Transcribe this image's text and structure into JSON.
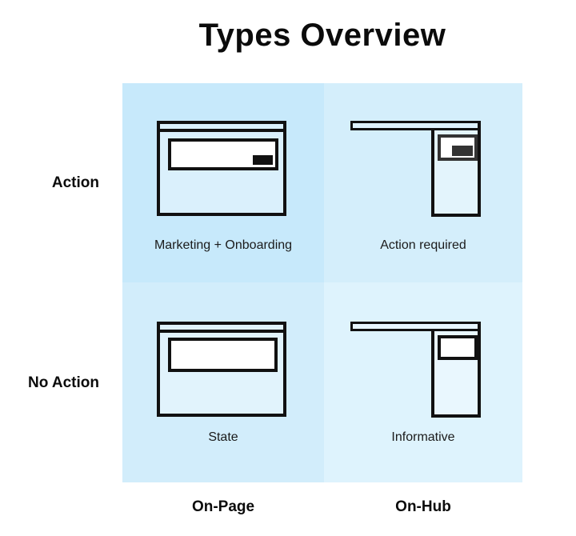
{
  "title": "Types Overview",
  "matrix": {
    "row_labels": [
      {
        "label": "Action"
      },
      {
        "label": "No Action"
      }
    ],
    "column_labels": [
      {
        "label": "On-Page"
      },
      {
        "label": "On-Hub"
      }
    ],
    "cells": [
      {
        "row": "Action",
        "column": "On-Page",
        "caption": "Marketing + Onboarding",
        "illustration": "page-with-banner-and-cta"
      },
      {
        "row": "Action",
        "column": "On-Hub",
        "caption": "Action required",
        "illustration": "hub-panel-with-card-and-cta"
      },
      {
        "row": "No Action",
        "column": "On-Page",
        "caption": "State",
        "illustration": "page-with-banner"
      },
      {
        "row": "No Action",
        "column": "On-Hub",
        "caption": "Informative",
        "illustration": "hub-panel-with-card"
      }
    ]
  },
  "colors": {
    "cell_action_on_page": "#c7e9fb",
    "cell_action_on_hub": "#d4eefb",
    "cell_no_action_on_page": "#d2edfb",
    "cell_no_action_on_hub": "#def3fd",
    "wireframe_outline": "#111111",
    "hub_card_outline": "#333333",
    "background": "#ffffff"
  }
}
